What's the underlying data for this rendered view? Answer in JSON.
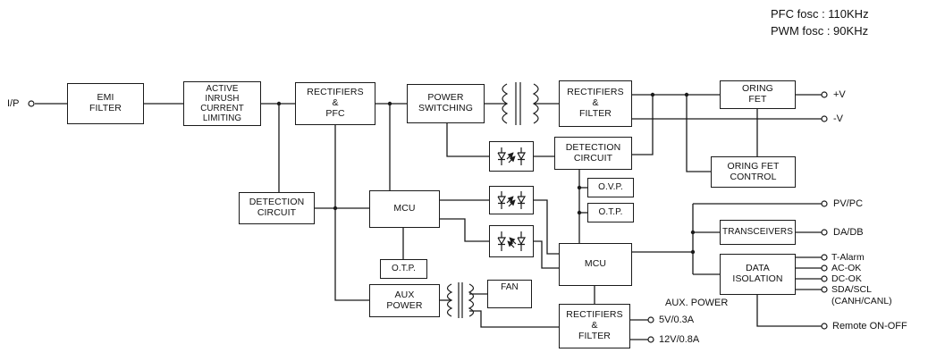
{
  "colors": {
    "wire": "#1a1a1a",
    "text": "#111111",
    "bg": "#ffffff"
  },
  "notes": {
    "pfc_fosc": "PFC fosc : 110KHz",
    "pwm_fosc": "PWM fosc : 90KHz"
  },
  "terminals": {
    "input": "I/P",
    "v_plus": "+V",
    "v_minus": "-V",
    "pv_pc": "PV/PC",
    "da_db": "DA/DB",
    "t_alarm": "T-Alarm",
    "ac_ok": "AC-OK",
    "dc_ok": "DC-OK",
    "sda_scl": "SDA/SCL",
    "canh_canl": "(CANH/CANL)",
    "remote_on_off": "Remote ON-OFF",
    "aux_power": "AUX. POWER",
    "aux_5v": "5V/0.3A",
    "aux_12v": "12V/0.8A"
  },
  "blocks": {
    "emi_filter": {
      "lines": [
        "EMI",
        "FILTER"
      ]
    },
    "inrush": {
      "lines": [
        "ACTIVE",
        "INRUSH",
        "CURRENT",
        "LIMITING"
      ]
    },
    "rectifiers_pfc": {
      "lines": [
        "RECTIFIERS",
        "&",
        "PFC"
      ]
    },
    "power_switching": {
      "lines": [
        "POWER",
        "SWITCHING"
      ]
    },
    "rectifiers_filter_main": {
      "lines": [
        "RECTIFIERS",
        "&",
        "FILTER"
      ]
    },
    "oring_fet": {
      "lines": [
        "ORING",
        "FET"
      ]
    },
    "detection_secondary": {
      "lines": [
        "DETECTION",
        "CIRCUIT"
      ]
    },
    "oring_fet_control": {
      "lines": [
        "ORING FET",
        "CONTROL"
      ]
    },
    "detection_primary": {
      "lines": [
        "DETECTION",
        "CIRCUIT"
      ]
    },
    "mcu_primary": {
      "lines": [
        "MCU"
      ]
    },
    "ovp": {
      "lines": [
        "O.V.P."
      ]
    },
    "otp_secondary": {
      "lines": [
        "O.T.P."
      ]
    },
    "mcu_secondary": {
      "lines": [
        "MCU"
      ]
    },
    "transceivers": {
      "lines": [
        "TRANSCEIVERS"
      ]
    },
    "data_isolation": {
      "lines": [
        "DATA",
        "ISOLATION"
      ]
    },
    "otp_primary": {
      "lines": [
        "O.T.P."
      ]
    },
    "aux_power": {
      "lines": [
        "AUX",
        "POWER"
      ]
    },
    "fan": {
      "lines": [
        "FAN"
      ]
    },
    "rectifiers_filter_aux": {
      "lines": [
        "RECTIFIERS",
        "&",
        "FILTER"
      ]
    }
  }
}
